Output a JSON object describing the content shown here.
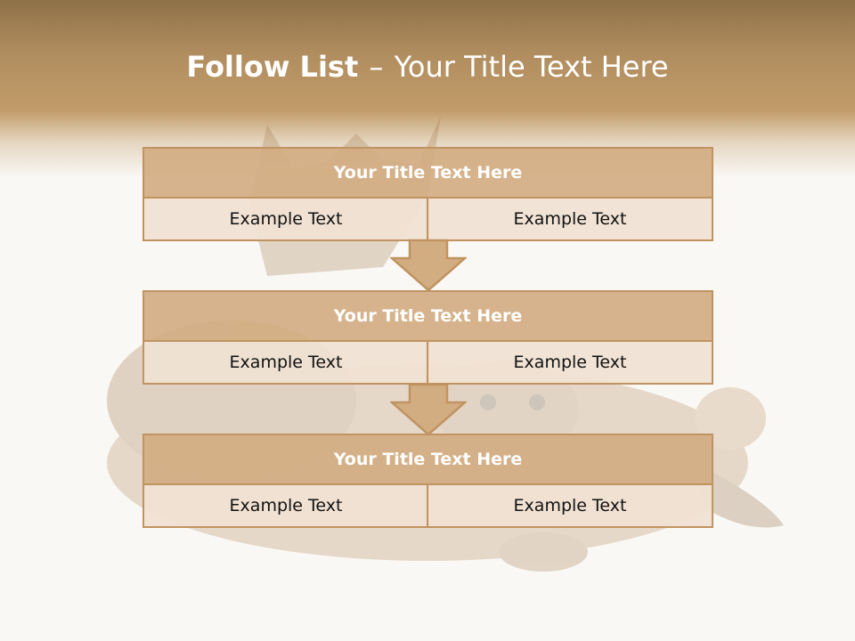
{
  "header": {
    "title_bold": "Follow List",
    "title_separator": "–",
    "title_rest": "Your Title Text Here"
  },
  "steps": [
    {
      "title": "Your Title Text Here",
      "left": "Example Text",
      "right": "Example Text"
    },
    {
      "title": "Your Title Text Here",
      "left": "Example Text",
      "right": "Example Text"
    },
    {
      "title": "Your Title Text Here",
      "left": "Example Text",
      "right": "Example Text"
    }
  ],
  "colors": {
    "header_top": "#8f7148",
    "header_mid": "#c29c6a",
    "box_header": "#d2ad82",
    "box_cell": "#f0e1d2",
    "border": "#c09360",
    "background": "#faf8f5"
  }
}
